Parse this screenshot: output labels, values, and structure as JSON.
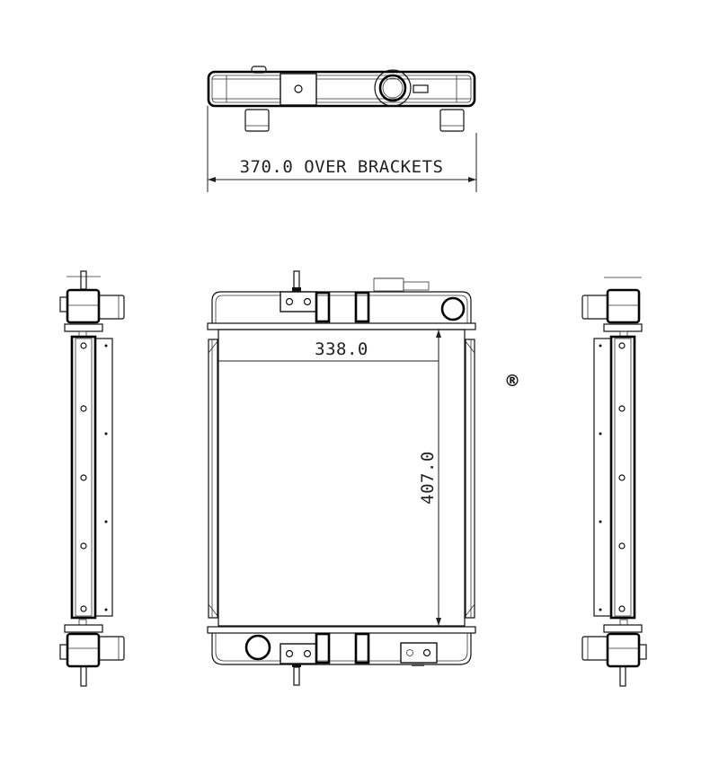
{
  "drawing": {
    "title": "Radiator technical drawing",
    "views": [
      "top-view",
      "left-side-view",
      "front-view",
      "right-side-view"
    ]
  },
  "dimensions": {
    "overall_width": "370.0 OVER BRACKETS",
    "core_width": "338.0",
    "core_height": "407.0"
  },
  "registered_mark": "®"
}
